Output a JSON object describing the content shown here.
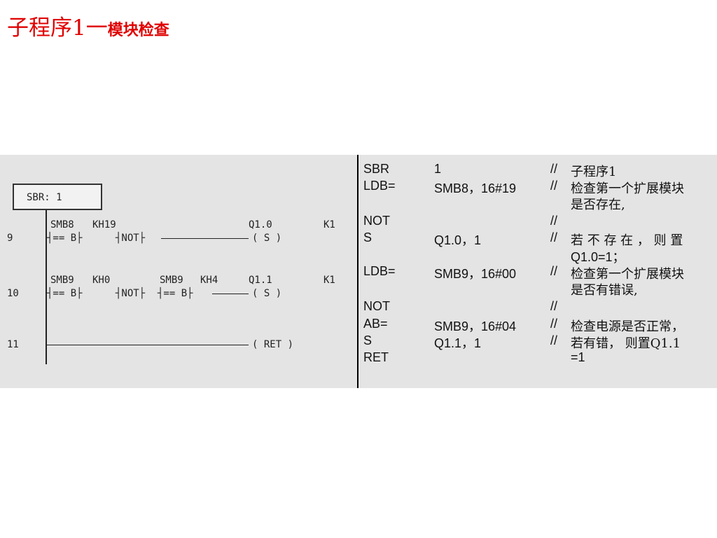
{
  "slide": {
    "title_main": "子程序1一",
    "title_sub": "模块检查"
  },
  "ladder": {
    "sbr_box": "SBR:  1",
    "networks": [
      {
        "num": "9",
        "line1": [
          "SMB8",
          "KH19",
          "Q1.0",
          "K1"
        ],
        "line2": [
          "┤== B├",
          "┤NOT├",
          "( S )"
        ]
      },
      {
        "num": "10",
        "line1": [
          "SMB9",
          "KH0",
          "SMB9",
          "KH4",
          "Q1.1",
          "K1"
        ],
        "line2": [
          "┤== B├",
          "┤NOT├",
          "┤== B├",
          "( S )"
        ]
      },
      {
        "num": "11",
        "line2": [
          "( RET )"
        ]
      }
    ]
  },
  "stl": {
    "rows": [
      {
        "op": "SBR",
        "arg": "1",
        "sep": "//",
        "comment": "子程序1"
      },
      {
        "op": "LDB=",
        "arg": "SMB8，16#19",
        "sep": "//",
        "comment": "检查第一个扩展模块"
      },
      {
        "op": "",
        "arg": "",
        "sep": "",
        "comment": "是否存在,"
      },
      {
        "op": "NOT",
        "arg": "",
        "sep": "//",
        "comment": ""
      },
      {
        "op": "S",
        "arg": "Q1.0，1",
        "sep": "//",
        "comment": "若 不 存 在 ， 则 置"
      },
      {
        "op": "",
        "arg": "",
        "sep": "",
        "comment": "Q1.0=1；"
      },
      {
        "op": "LDB=",
        "arg": "SMB9，16#00",
        "sep": "//",
        "comment": "检查第一个扩展模块"
      },
      {
        "op": "",
        "arg": "",
        "sep": "",
        "comment": "是否有错误,"
      },
      {
        "op": "NOT",
        "arg": "",
        "sep": "//",
        "comment": ""
      },
      {
        "op": "AB=",
        "arg": "SMB9，16#04",
        "sep": "//",
        "comment": "检查电源是否正常，"
      },
      {
        "op": "S",
        "arg": "Q1.1，1",
        "sep": "//",
        "comment": "若有错， 则置Q1.1"
      },
      {
        "op": "",
        "arg": "",
        "sep": "",
        "comment": "=1"
      },
      {
        "op": "RET",
        "arg": "",
        "sep": "",
        "comment": ""
      }
    ]
  }
}
